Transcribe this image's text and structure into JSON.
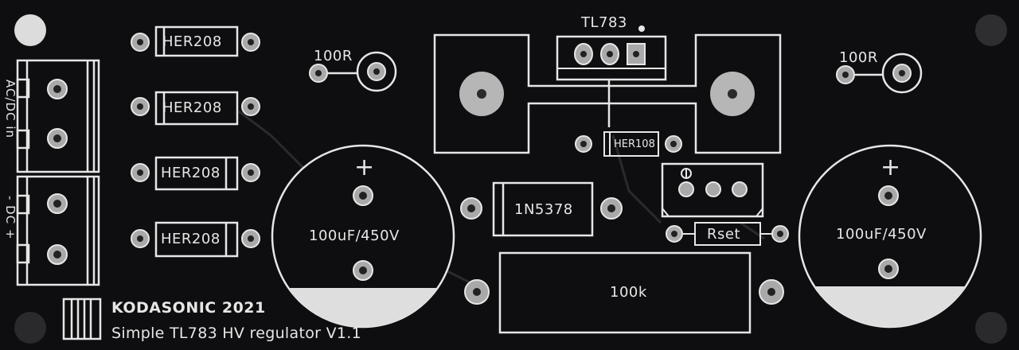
{
  "board": {
    "ic_label": "TL783",
    "diode_labels": [
      "HER208",
      "HER208",
      "HER208",
      "HER208"
    ],
    "small_diode_label": "HER108",
    "zener_label": "1N5378",
    "resistor_left_label": "100R",
    "resistor_right_label": "100R",
    "cap_left_label": "100uF/450V",
    "cap_right_label": "100uF/450V",
    "cap_polarity": "+",
    "rset_label": "Rset",
    "power_resistor_label": "100k",
    "input_label": "AC/DC in",
    "output_label": "- DC +",
    "brand": "KODASONIC 2021",
    "product": "Simple TL783 HV regulator V1.1",
    "colors": {
      "board": "#0e0e10",
      "silkscreen": "#e6e6e6",
      "pad": "#a9a9a9",
      "mounting_hole": "#2b2b2b"
    }
  }
}
